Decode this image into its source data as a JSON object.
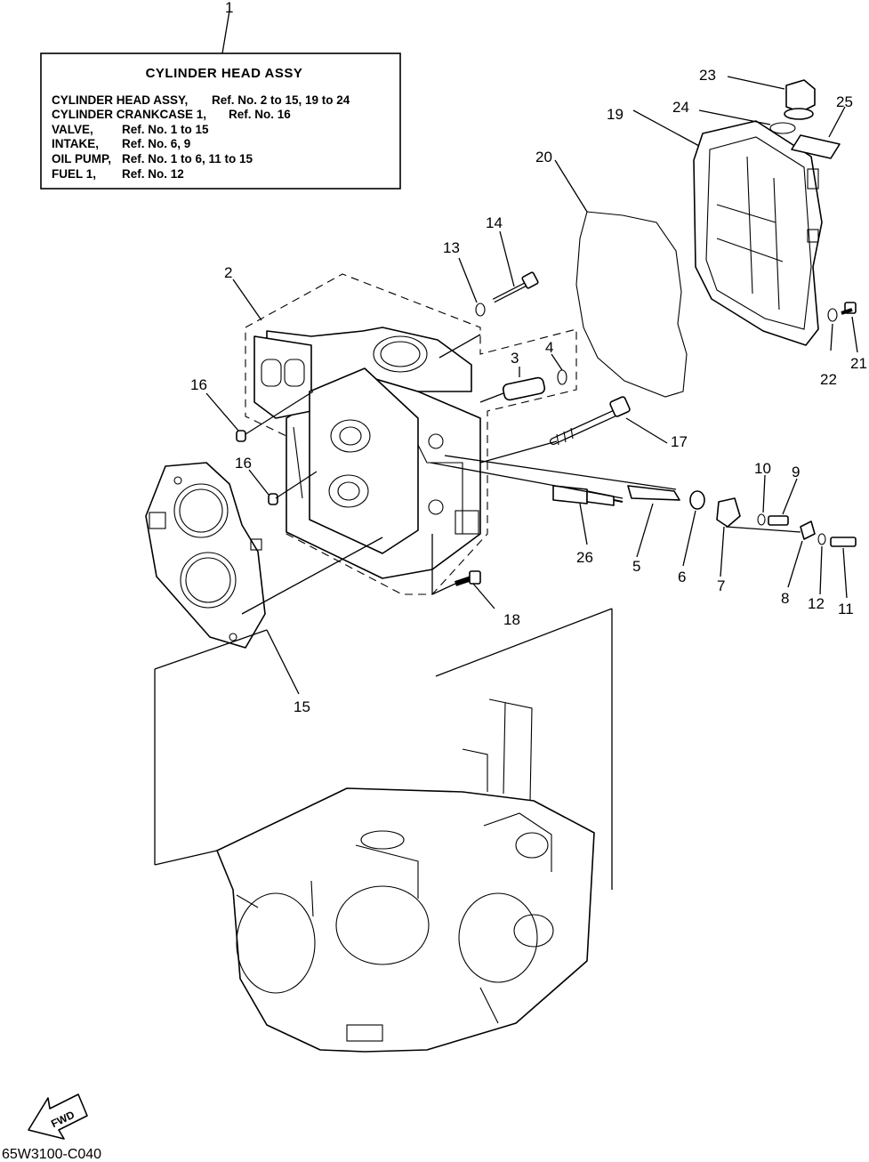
{
  "diagram": {
    "title_box": {
      "heading": "CYLINDER HEAD ASSY",
      "lines": [
        {
          "name": "CYLINDER HEAD ASSY,",
          "ref": "Ref. No. 2 to 15, 19 to 24"
        },
        {
          "name": "CYLINDER CRANKCASE 1,",
          "ref": "Ref. No. 16"
        },
        {
          "name": "VALVE,",
          "ref": "Ref. No. 1 to 15"
        },
        {
          "name": "INTAKE,",
          "ref": "Ref. No. 6, 9"
        },
        {
          "name": "OIL PUMP,",
          "ref": "Ref. No. 1 to 6, 11 to 15"
        },
        {
          "name": "FUEL 1,",
          "ref": "Ref. No. 12"
        }
      ]
    },
    "callouts": {
      "c1": "1",
      "c2": "2",
      "c3": "3",
      "c4": "4",
      "c5": "5",
      "c6": "6",
      "c7": "7",
      "c8": "8",
      "c9": "9",
      "c10": "10",
      "c11": "11",
      "c12": "12",
      "c13": "13",
      "c14": "14",
      "c15": "15",
      "c16a": "16",
      "c16b": "16",
      "c17": "17",
      "c18": "18",
      "c19": "19",
      "c20": "20",
      "c21": "21",
      "c22": "22",
      "c23": "23",
      "c24": "24",
      "c25": "25",
      "c26": "26"
    },
    "fwd_label": "FWD",
    "diagram_code": "65W3100-C040"
  }
}
